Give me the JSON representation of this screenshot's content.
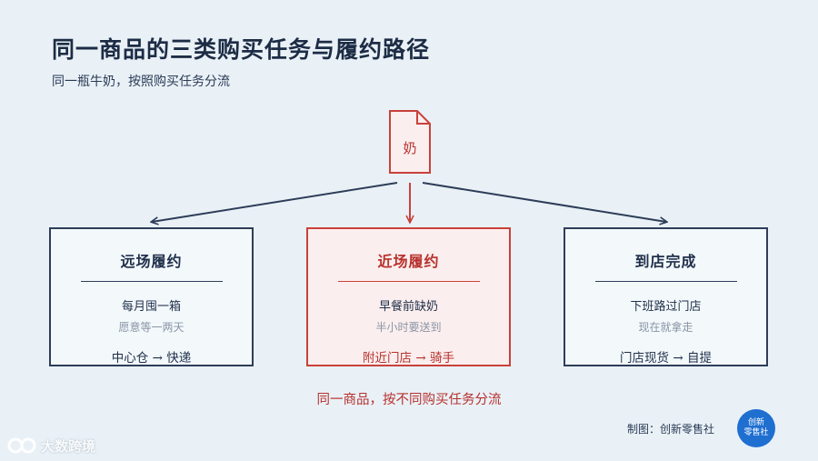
{
  "title": "同一商品的三类购买任务与履约路径",
  "subtitle": "同一瓶牛奶，按照购买任务分流",
  "product": {
    "label": "奶",
    "icon": "document-icon"
  },
  "cards": [
    {
      "title": "远场履约",
      "line1": "每月囤一箱",
      "line2": "愿意等一两天",
      "route": "中心仓 → 快递",
      "highlight": false
    },
    {
      "title": "近场履约",
      "line1": "早餐前缺奶",
      "line2": "半小时要送到",
      "route": "附近门店 → 骑手",
      "highlight": true
    },
    {
      "title": "到店完成",
      "line1": "下班路过门店",
      "line2": "现在就拿走",
      "route": "门店现货 → 自提",
      "highlight": false
    }
  ],
  "note": "同一商品，按不同购买任务分流",
  "credit": "制图：创新零售社",
  "badge": {
    "line1": "创新",
    "line2": "零售社"
  },
  "watermark": "大数跨境",
  "colors": {
    "accent": "#c9413a",
    "navy": "#2e3d58",
    "background": "#e9f1f7",
    "badge": "#1f6fd1"
  }
}
